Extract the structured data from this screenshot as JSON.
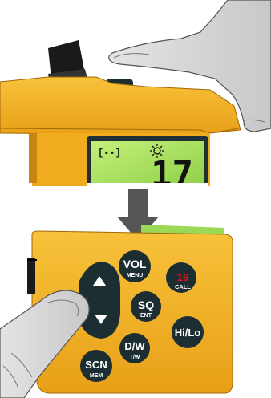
{
  "colors": {
    "body": "#f2b01e",
    "body_shadow": "#d8901a",
    "button": "#1c2e32",
    "screen": "#a8e060",
    "arrow": "#555555",
    "call_red": "#e01818"
  },
  "top_panel": {
    "icons": [
      "channel-mode-icon",
      "backlight-sun-icon"
    ],
    "display_digits": "17"
  },
  "buttons": {
    "up": {
      "icon": "triangle-up-icon"
    },
    "down": {
      "icon": "triangle-down-icon"
    },
    "vol": {
      "main": "VOL",
      "sub": "MENU"
    },
    "ch16": {
      "main": "16",
      "sub": "CALL"
    },
    "sq": {
      "main": "SQ",
      "sub": "ENT"
    },
    "dw": {
      "main": "D/W",
      "sub": "T/W"
    },
    "hilo": {
      "main": "Hi/Lo"
    },
    "scn": {
      "main": "SCN",
      "sub": "MEM"
    }
  }
}
